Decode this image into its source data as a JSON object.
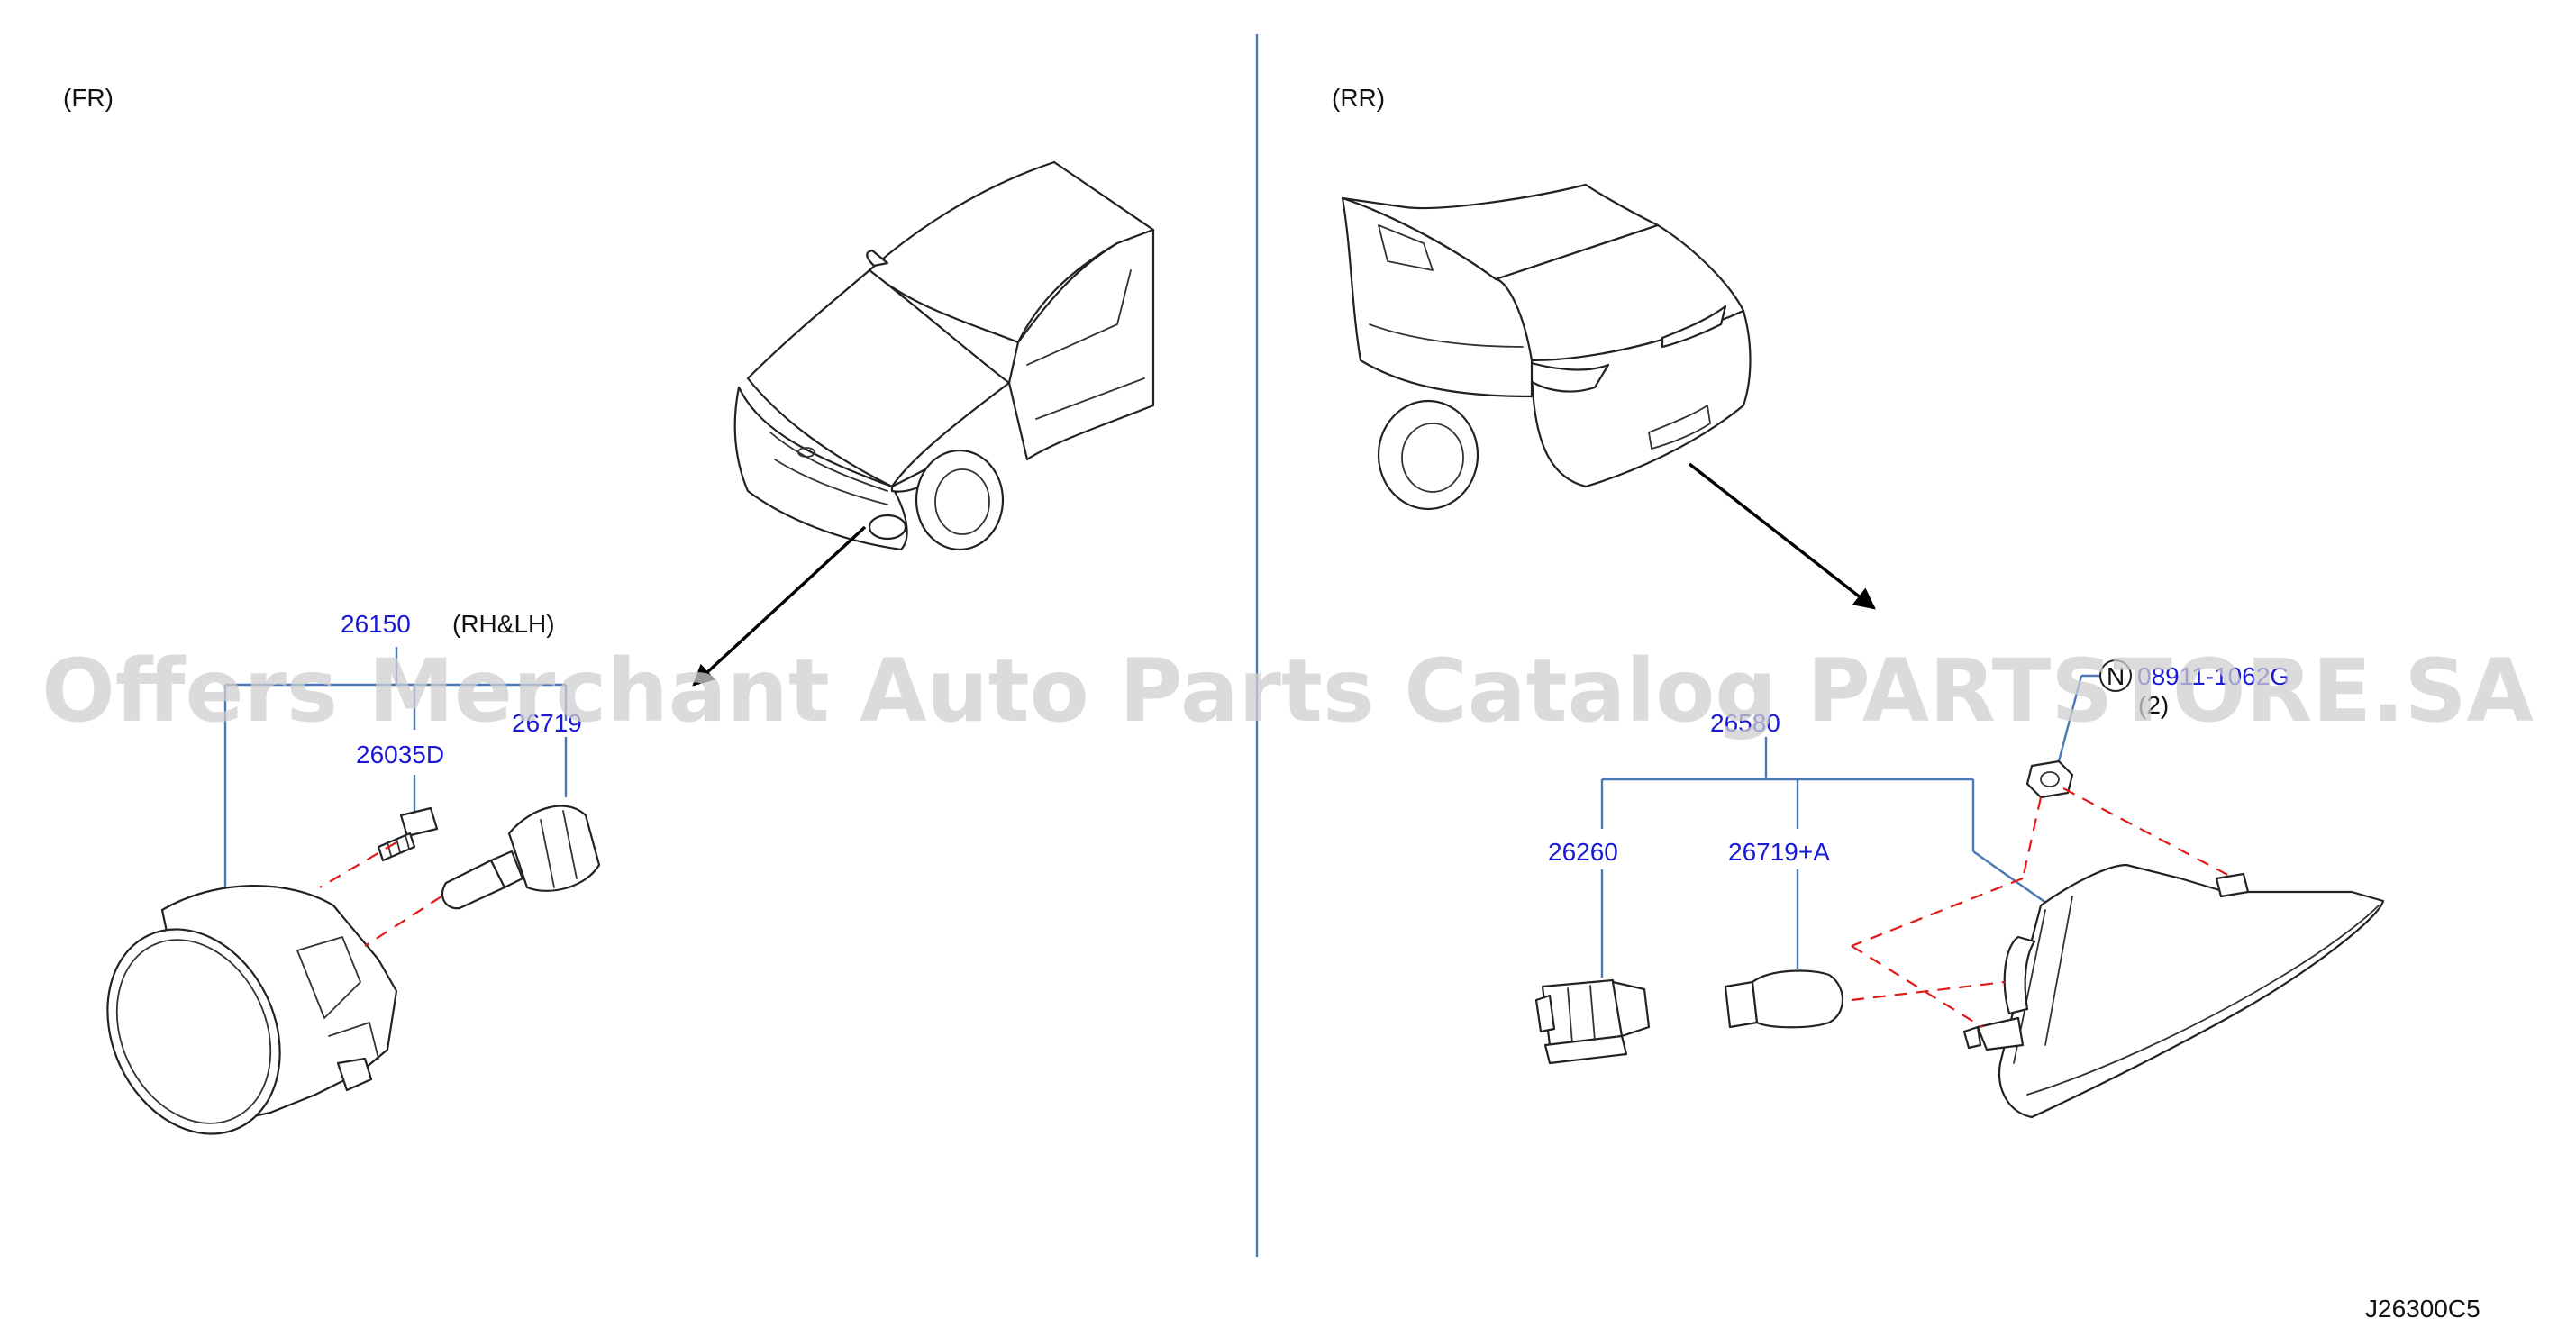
{
  "sections": {
    "front": "(FR)",
    "rear": "(RR)"
  },
  "front_parts": {
    "lamp": "26150",
    "lamp_note": "(RH&LH)",
    "screw": "26035D",
    "bulb": "26719"
  },
  "rear_parts": {
    "lamp": "26580",
    "socket": "26260",
    "bulb": "26719+A",
    "nut_marker": "N",
    "nut": "08911-1062G",
    "nut_qty": "(2)"
  },
  "diagram_code": "J26300C5",
  "watermark": "Offers Merchant Auto Parts Catalog PARTSTORE.SA",
  "colors": {
    "label_blue": "#1a1ad6",
    "leader_blue": "#4a78b5",
    "dashed_red": "#e11a1a",
    "divider": "#4a78b5"
  }
}
